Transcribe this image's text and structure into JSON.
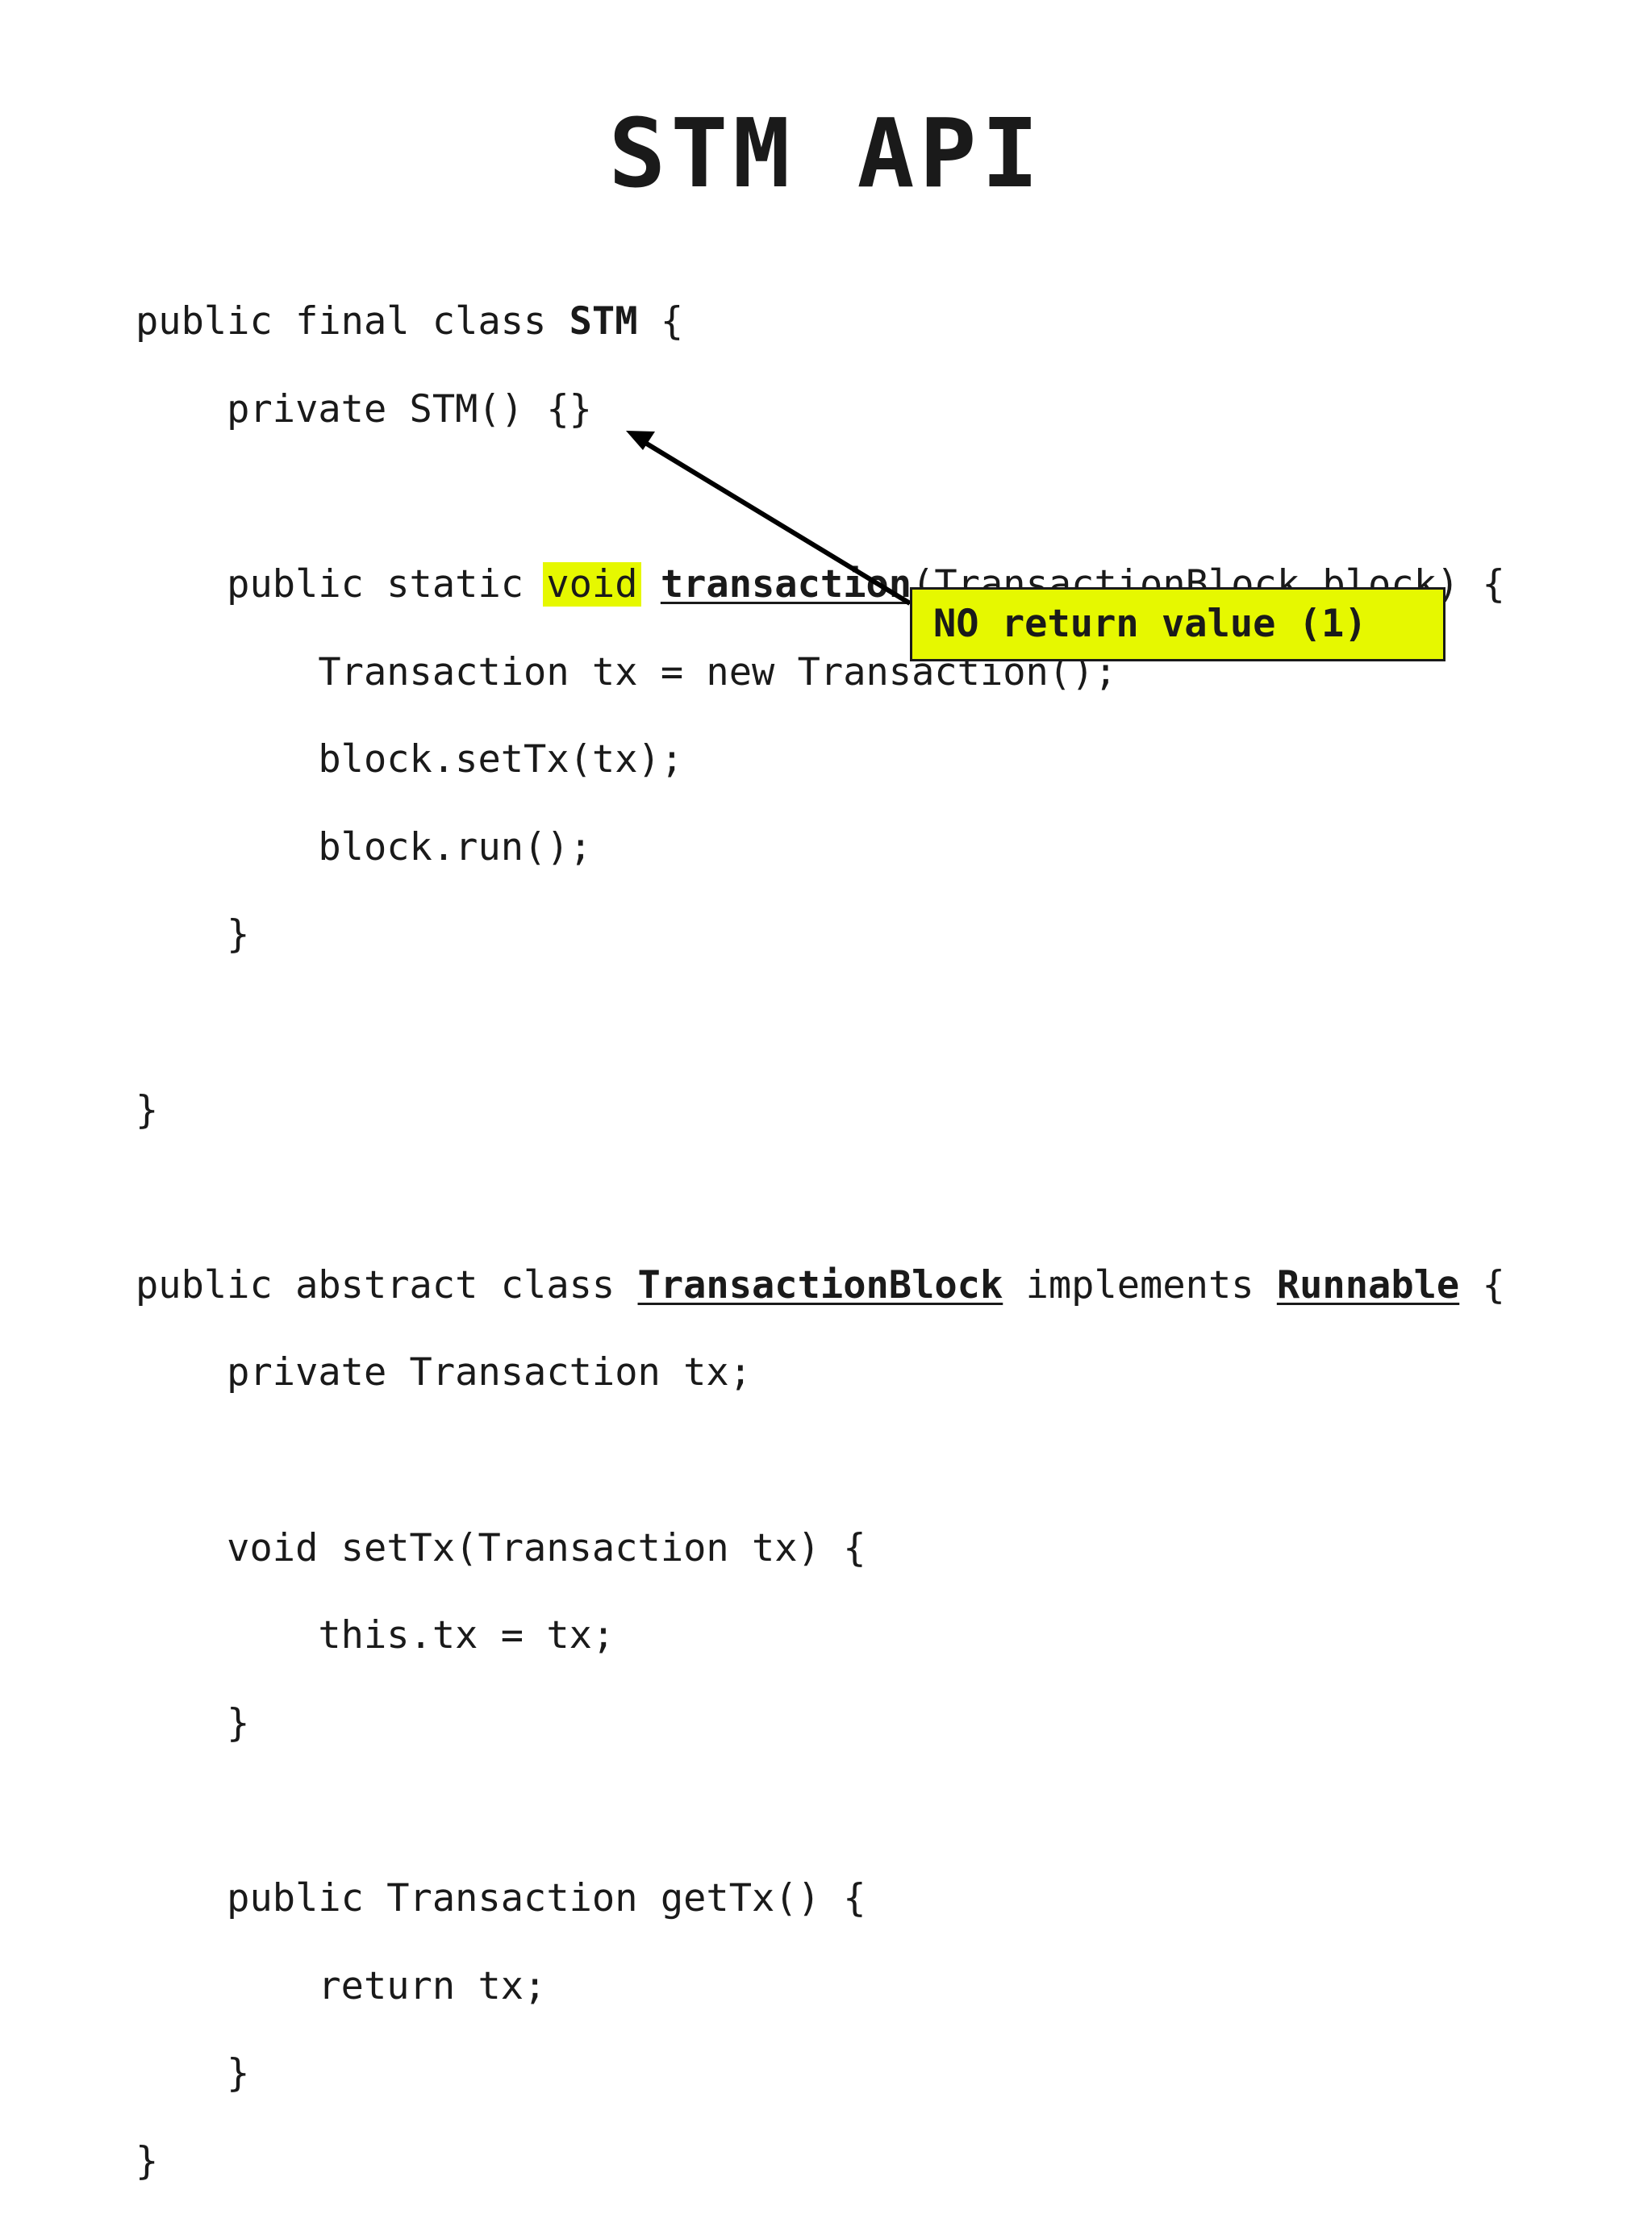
{
  "slide": {
    "title": "STM API"
  },
  "code": {
    "l1a": "public final class ",
    "l1b": "STM",
    "l1c": " {",
    "l2": "    private STM() {}",
    "l3": "",
    "l4a": "    public static ",
    "l4b": "void",
    "l4c": " ",
    "l4d": "transaction",
    "l4e": "(TransactionBlock block) {",
    "l5": "        Transaction tx = new Transaction();",
    "l6": "        block.setTx(tx);",
    "l7": "        block.run();",
    "l8": "    }",
    "l9": "",
    "l10": "}",
    "l11": "",
    "l12a": "public abstract class ",
    "l12b": "TransactionBlock",
    "l12c": " implements ",
    "l12d": "Runnable",
    "l12e": " {",
    "l13": "    private Transaction tx;",
    "l14": "",
    "l15": "    void setTx(Transaction tx) {",
    "l16": "        this.tx = tx;",
    "l17": "    }",
    "l18": "",
    "l19": "    public Transaction getTx() {",
    "l20": "        return tx;",
    "l21": "    }",
    "l22": "}"
  },
  "callout": {
    "text": "NO return value (1)"
  },
  "colors": {
    "highlight": "#e6f800",
    "text": "#1a1a1a",
    "background": "#ffffff"
  }
}
